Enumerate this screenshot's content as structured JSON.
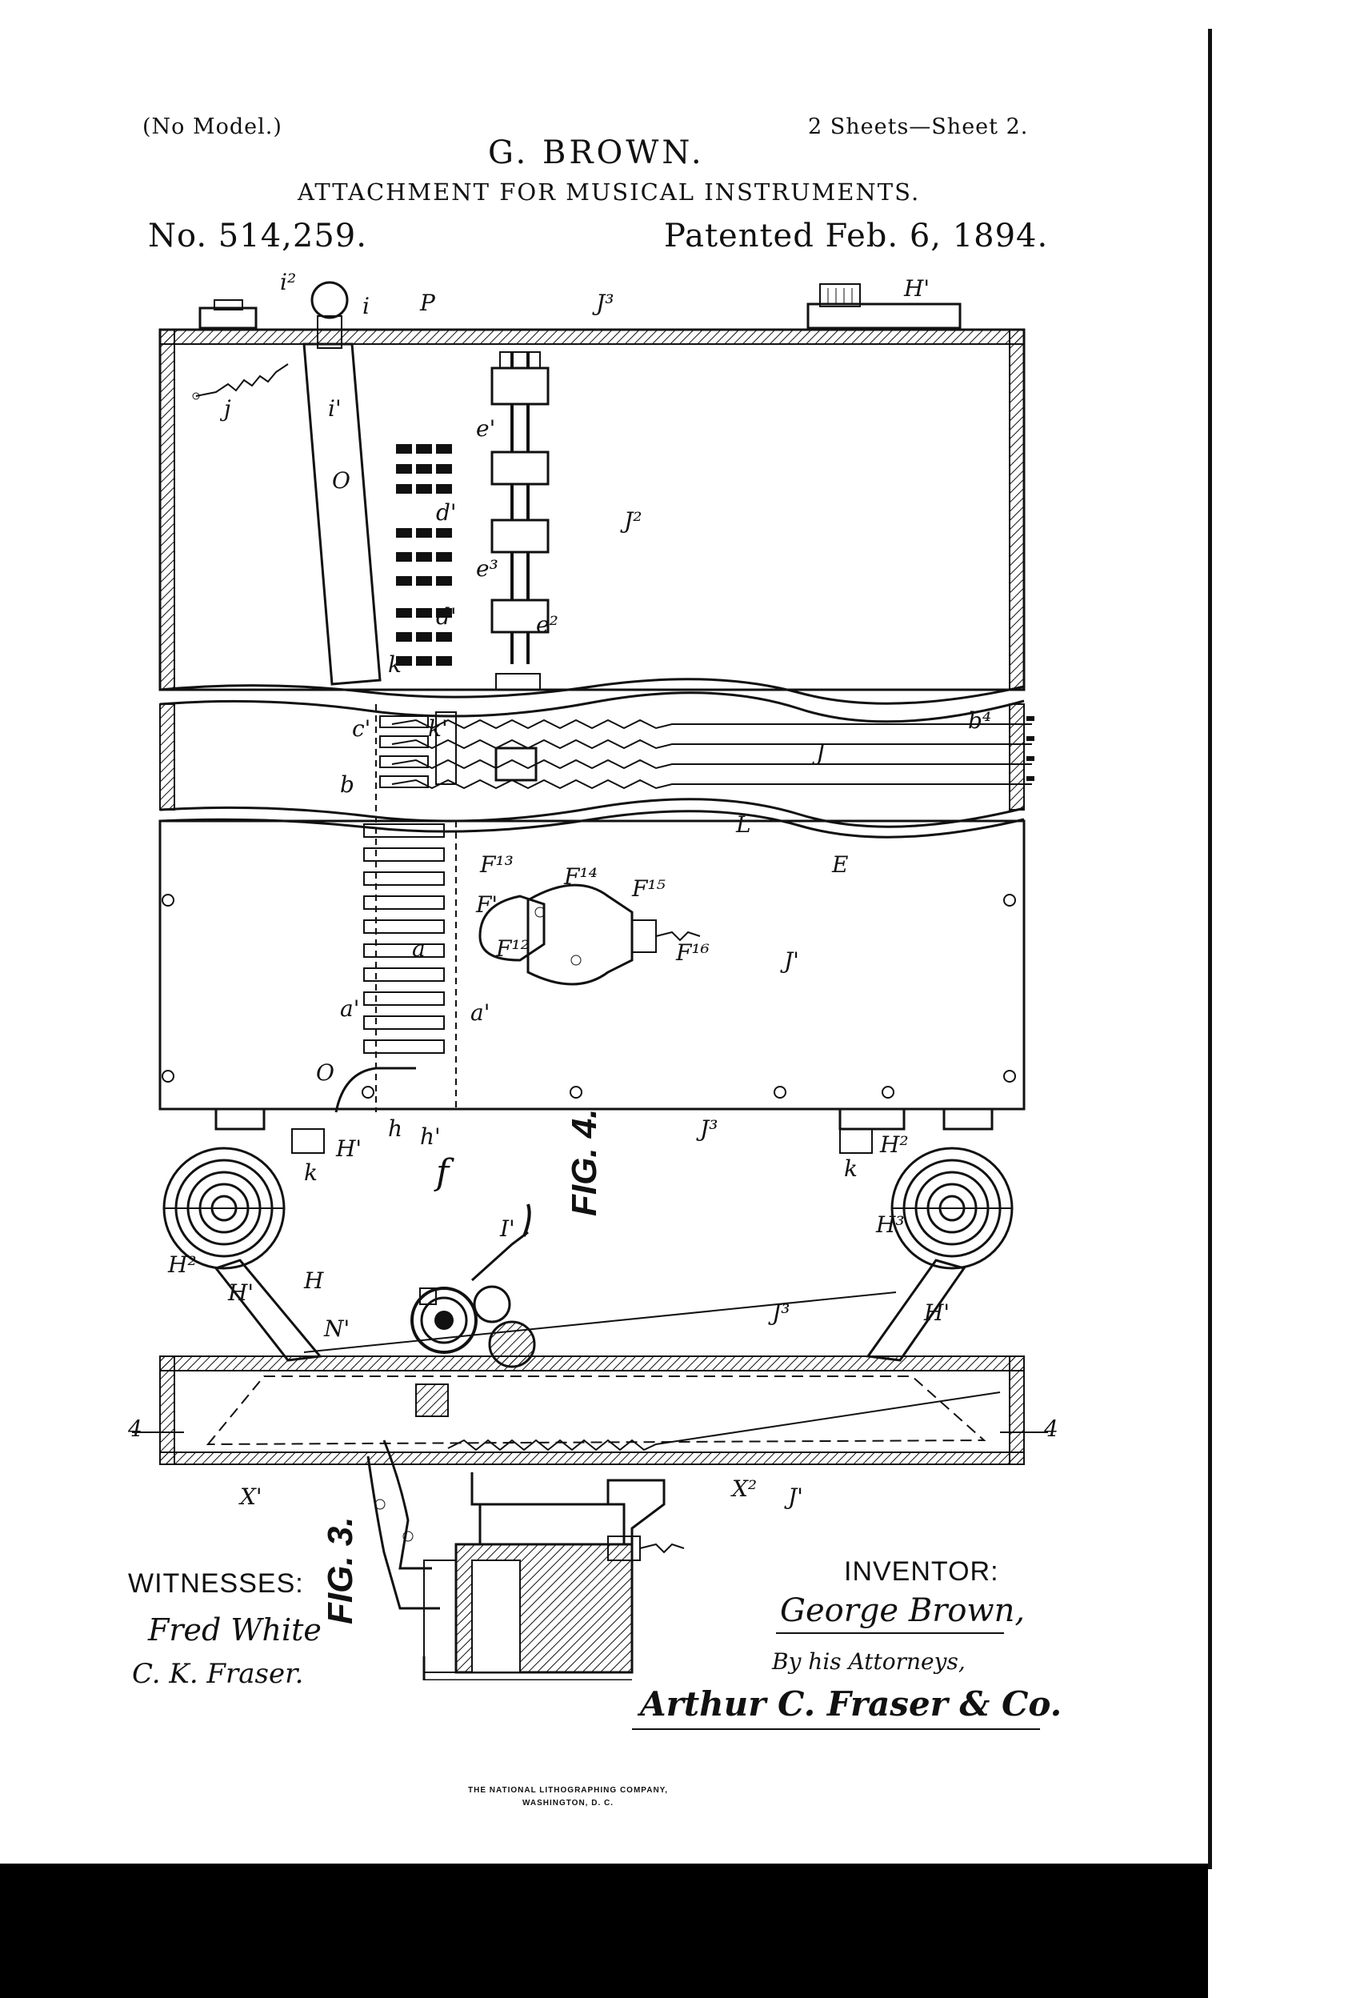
{
  "header": {
    "model_note": "(No Model.)",
    "sheet_note": "2 Sheets—Sheet 2.",
    "inventor_name": "G. BROWN.",
    "title": "ATTACHMENT FOR MUSICAL INSTRUMENTS.",
    "patent_number": "No. 514,259.",
    "patent_date": "Patented Feb. 6, 1894."
  },
  "figures": {
    "fig3": "FIG. 3.",
    "fig4": "FIG. 4."
  },
  "labels": {
    "i2": "i²",
    "i": "i",
    "p": "P",
    "j3_top": "J³",
    "h1_top": "H'",
    "j": "j",
    "i1": "i'",
    "o": "O",
    "d1a": "d'",
    "d1b": "d'",
    "k": "k",
    "e1": "e'",
    "e3": "e³",
    "e2": "e²",
    "j2": "J²",
    "c1": "c'",
    "b": "b",
    "k1": "k'",
    "b4": "b⁴",
    "J": "J",
    "L": "L",
    "F13": "F¹³",
    "F14": "F¹⁴",
    "F15": "F¹⁵",
    "F1": "F'",
    "F12": "F¹²",
    "F16": "F¹⁶",
    "E": "E",
    "J1": "J'",
    "a1": "a'",
    "a": "a",
    "a1b": "a'",
    "O2": "O",
    "H1a": "H'",
    "h": "h",
    "h1": "h'",
    "k2": "k",
    "J3b": "J³",
    "kk": "k",
    "H2": "H²",
    "H2b": "H²",
    "H": "H",
    "H1b": "H'",
    "N1": "N'",
    "f": "f",
    "I1": "I'",
    "H3": "H³",
    "J3c": "J³",
    "H1c": "H'",
    "X1": "X'",
    "X2": "X²",
    "J1b": "J'",
    "four_l": "4",
    "four_r": "4"
  },
  "witnesses": {
    "heading": "WITNESSES:",
    "signature_1": "Fred White",
    "signature_2": "C. K. Fraser."
  },
  "inventor": {
    "heading": "INVENTOR:",
    "signature": "George Brown,",
    "by_line": "By his Attorneys,",
    "attorney_signature": "Arthur C. Fraser & Co."
  },
  "printer": {
    "line1": "THE NATIONAL LITHOGRAPHING COMPANY,",
    "line2": "WASHINGTON, D. C."
  }
}
